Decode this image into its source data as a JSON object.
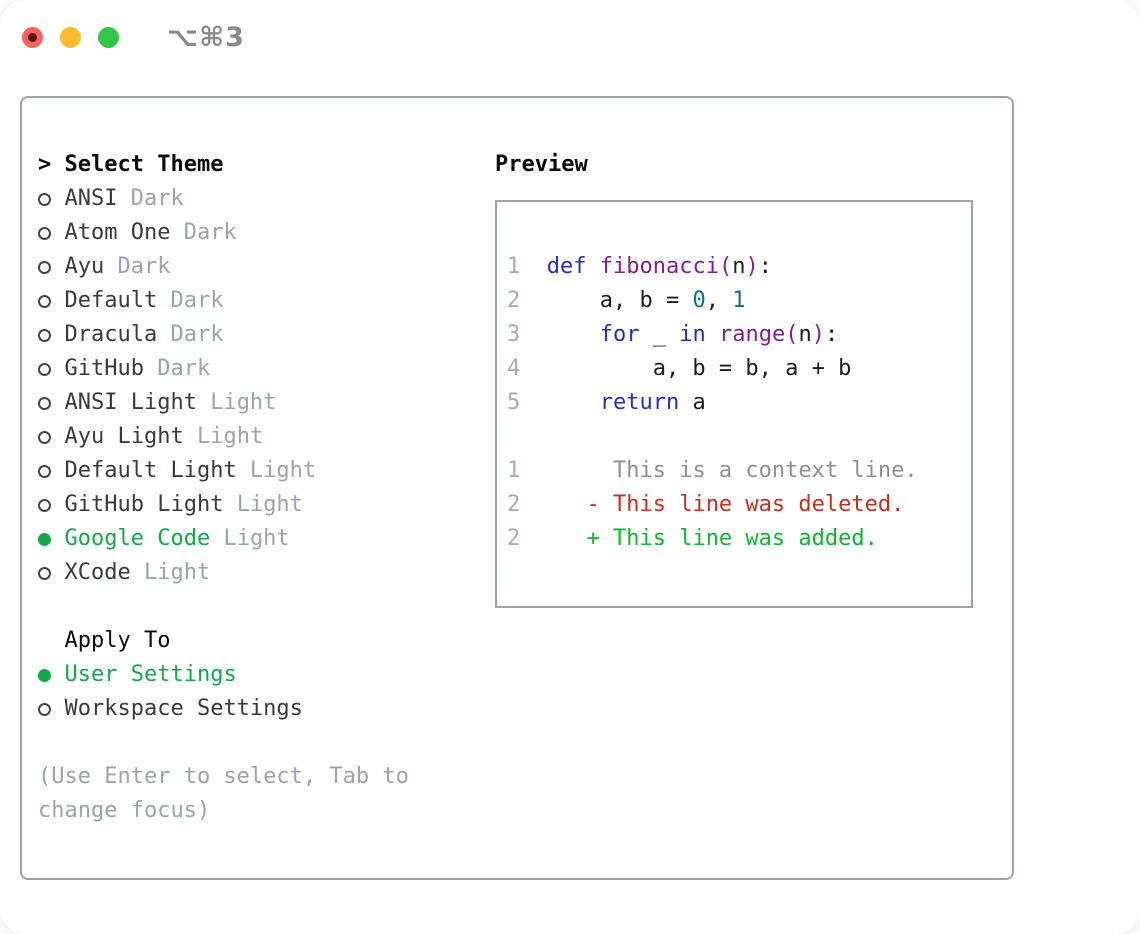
{
  "titlebar": {
    "shortcut": "⌥⌘3"
  },
  "colors": {
    "traffic_red": "#f4645f",
    "traffic_red_dot": "#5d1012",
    "traffic_yellow": "#fbbb2f",
    "traffic_green": "#31c748",
    "panel_border": "#9aa3ae",
    "selected_green": "#13a848",
    "muted_gray": "#99a3b1",
    "item_text": "#363b43",
    "keyword_blue": "#2330bb",
    "function_purple": "#871d8f",
    "literal_teal": "#0e737b",
    "line_number_gray": "#a3abb8",
    "context_gray": "#8d9092",
    "deleted_red": "#c43022",
    "added_green": "#12b52c"
  },
  "theme_list": {
    "cursor": ">",
    "title": "Select Theme",
    "items": [
      {
        "name": "ANSI",
        "variant": "Dark",
        "selected": false
      },
      {
        "name": "Atom One",
        "variant": "Dark",
        "selected": false
      },
      {
        "name": "Ayu",
        "variant": "Dark",
        "selected": false
      },
      {
        "name": "Default",
        "variant": "Dark",
        "selected": false
      },
      {
        "name": "Dracula",
        "variant": "Dark",
        "selected": false
      },
      {
        "name": "GitHub",
        "variant": "Dark",
        "selected": false
      },
      {
        "name": "ANSI Light",
        "variant": "Light",
        "selected": false
      },
      {
        "name": "Ayu Light",
        "variant": "Light",
        "selected": false
      },
      {
        "name": "Default Light",
        "variant": "Light",
        "selected": false
      },
      {
        "name": "GitHub Light",
        "variant": "Light",
        "selected": false
      },
      {
        "name": "Google Code",
        "variant": "Light",
        "selected": true
      },
      {
        "name": "XCode",
        "variant": "Light",
        "selected": false
      }
    ]
  },
  "apply_to": {
    "title": "Apply To",
    "items": [
      {
        "label": "User Settings",
        "selected": true
      },
      {
        "label": "Workspace Settings",
        "selected": false
      }
    ]
  },
  "help_lines": [
    "(Use Enter to select, Tab to",
    "change focus)"
  ],
  "preview": {
    "title": "Preview",
    "code_lines": [
      [
        [
          "num",
          "1"
        ],
        [
          "pl",
          "  "
        ],
        [
          "kw",
          "def"
        ],
        [
          "pl",
          " "
        ],
        [
          "fn",
          "fibonacci("
        ],
        [
          "pl",
          "n"
        ],
        [
          "fn",
          ")"
        ],
        [
          "pl",
          ":"
        ]
      ],
      [
        [
          "num",
          "2"
        ],
        [
          "pl",
          "      a, b = "
        ],
        [
          "lit",
          "0"
        ],
        [
          "pl",
          ", "
        ],
        [
          "lit",
          "1"
        ]
      ],
      [
        [
          "num",
          "3"
        ],
        [
          "pl",
          "      "
        ],
        [
          "kw",
          "for"
        ],
        [
          "pl",
          " _ "
        ],
        [
          "kw",
          "in"
        ],
        [
          "pl",
          " "
        ],
        [
          "fn",
          "range("
        ],
        [
          "pl",
          "n"
        ],
        [
          "fn",
          ")"
        ],
        [
          "pl",
          ":"
        ]
      ],
      [
        [
          "num",
          "4"
        ],
        [
          "pl",
          "          a, b = b, a + b"
        ]
      ],
      [
        [
          "num",
          "5"
        ],
        [
          "pl",
          "      "
        ],
        [
          "kw",
          "return"
        ],
        [
          "pl",
          " a"
        ]
      ],
      [],
      [
        [
          "num",
          "1"
        ],
        [
          "pl",
          "       "
        ],
        [
          "ctx",
          "This is a context line."
        ]
      ],
      [
        [
          "num",
          "2"
        ],
        [
          "pl",
          "     "
        ],
        [
          "del",
          "- This line was deleted."
        ]
      ],
      [
        [
          "num",
          "2"
        ],
        [
          "pl",
          "     "
        ],
        [
          "add",
          "+ This line was added."
        ]
      ]
    ]
  }
}
